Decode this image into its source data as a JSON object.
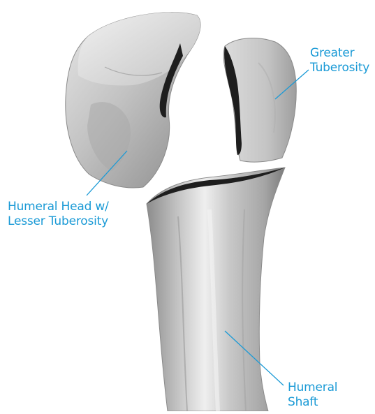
{
  "colors": {
    "label": "#1a9ad6",
    "bone_light": "#ececec",
    "bone_mid": "#b4b4b4",
    "bone_dark": "#7a7a7a",
    "fracture_edge": "#1e1e1e"
  },
  "labels": {
    "greater_tuberosity": {
      "line1": "Greater",
      "line2": "Tuberosity"
    },
    "humeral_head": {
      "line1": "Humeral Head w/",
      "line2": "Lesser Tuberosity"
    },
    "humeral_shaft": {
      "line1": "Humeral",
      "line2": "Shaft"
    }
  }
}
